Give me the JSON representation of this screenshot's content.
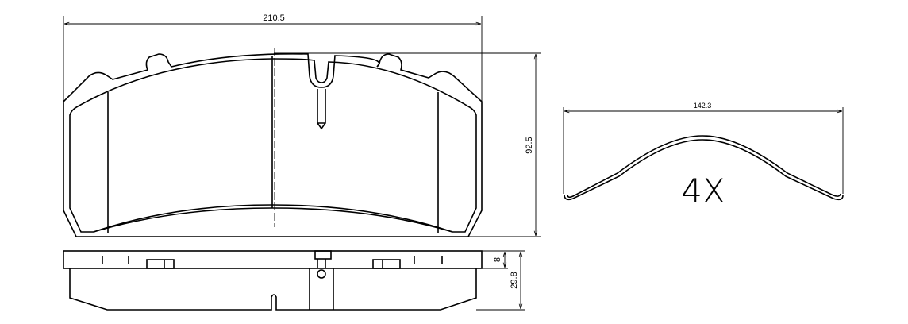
{
  "dimensions": {
    "width": "210.5",
    "height": "92.5",
    "backing_thickness": "8",
    "total_thickness": "29.8",
    "clip_width": "142.3"
  },
  "clip_quantity": "4X",
  "colors": {
    "line": "#000000",
    "background": "#ffffff"
  }
}
